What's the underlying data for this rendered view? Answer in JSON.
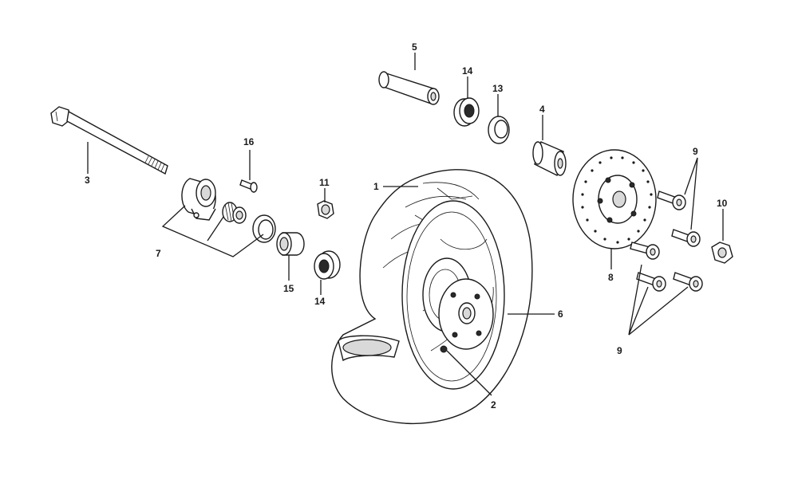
{
  "labels": {
    "l1": "1",
    "l2": "2",
    "l3": "3",
    "l4": "4",
    "l5": "5",
    "l6": "6",
    "l7": "7",
    "l8": "8",
    "l9a": "9",
    "l9b": "9",
    "l10": "10",
    "l11": "11",
    "l13": "13",
    "l14a": "14",
    "l14b": "14",
    "l15": "15",
    "l16": "16"
  }
}
